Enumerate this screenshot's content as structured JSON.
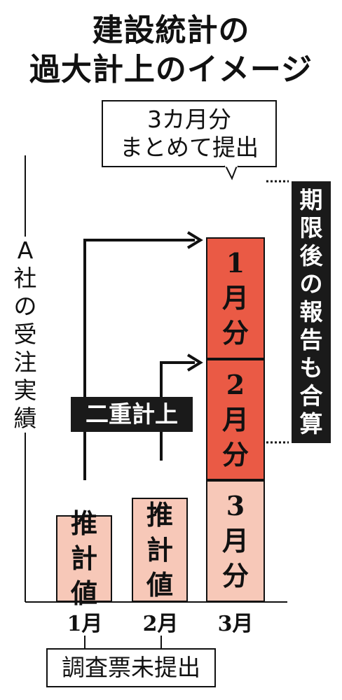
{
  "title": {
    "line1": "建設統計の",
    "line2": "過大計上のイメージ"
  },
  "callout_top": {
    "line1": "3カ月分",
    "line2": "まとめて提出"
  },
  "y_axis_label": [
    "A",
    "社",
    "の",
    "受",
    "注",
    "実",
    "績"
  ],
  "right_label": [
    "期",
    "限",
    "後",
    "の",
    "報",
    "告",
    "も",
    "合",
    "算"
  ],
  "double_count_label": "二重計上",
  "bottom_callout": "調査票未提出",
  "chart_data": {
    "type": "bar",
    "categories": [
      "1月",
      "2月",
      "3月"
    ],
    "bars": [
      {
        "category": "1月",
        "segments": [
          {
            "label": [
              "推",
              "計",
              "値"
            ],
            "value": 1.0,
            "color": "#f7c8b8"
          }
        ]
      },
      {
        "category": "2月",
        "segments": [
          {
            "label": [
              "推",
              "計",
              "値"
            ],
            "value": 1.2,
            "color": "#f7c8b8"
          }
        ]
      },
      {
        "category": "3月",
        "segments": [
          {
            "label": [
              "3",
              "月",
              "分"
            ],
            "value": 1.4,
            "color": "#f7c8b8"
          },
          {
            "label": [
              "2",
              "月",
              "分"
            ],
            "value": 1.4,
            "color": "#ea5a45"
          },
          {
            "label": [
              "1",
              "月",
              "分"
            ],
            "value": 1.4,
            "color": "#ea5a45"
          }
        ]
      }
    ],
    "colors": {
      "estimate": "#f7c8b8",
      "late_report": "#ea5a45",
      "dark": "#1a1a1a"
    }
  }
}
